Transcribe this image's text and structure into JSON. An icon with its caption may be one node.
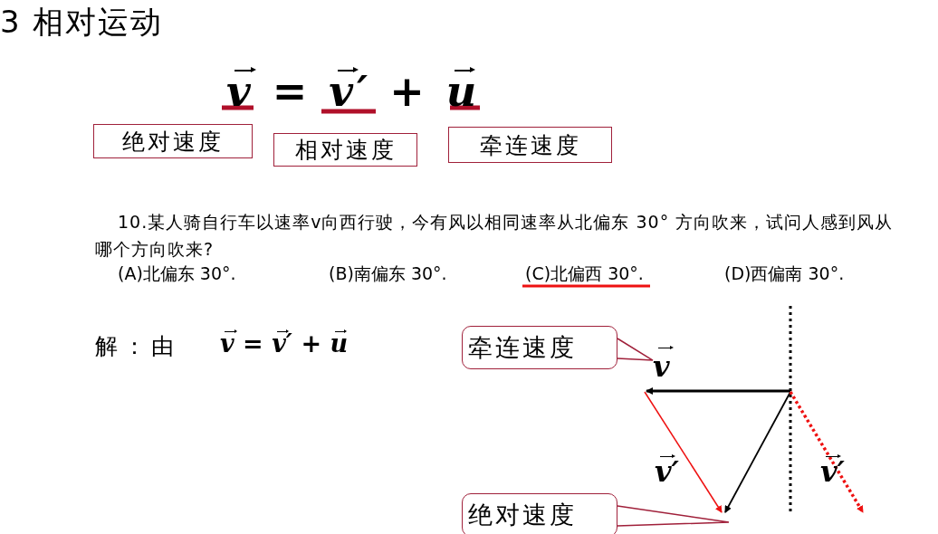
{
  "diagram": {
    "title": "3 相对运动",
    "nodes": [
      {
        "text": [
          "绝对速度"
        ]
      },
      {
        "text": [
          "相对速度"
        ]
      },
      {
        "text": [
          "牵连速度"
        ]
      },
      {
        "text": [
          "牵连速度"
        ]
      },
      {
        "text": [
          "v"
        ]
      },
      {
        "text": [
          "绝对速度"
        ]
      }
    ],
    "edges": [
      {
        "from": 3,
        "to": 4,
        "arrow": "none"
      },
      {
        "from": 5,
        "to": null,
        "arrow": "none"
      }
    ],
    "labels": [
      "v = v′ + u",
      "10.某人骑自行车以速率v向西行驶，今有风以相同速率从北偏东 30° 方向吹来，试问人感到风从哪个方向吹来?",
      "(A)北偏东 30°.",
      "(B)南偏东 30°.",
      "(C)北偏西 30°.",
      "(D)西偏南 30°.",
      "解：由",
      "v = v′ + u",
      "v′",
      "v′"
    ]
  }
}
